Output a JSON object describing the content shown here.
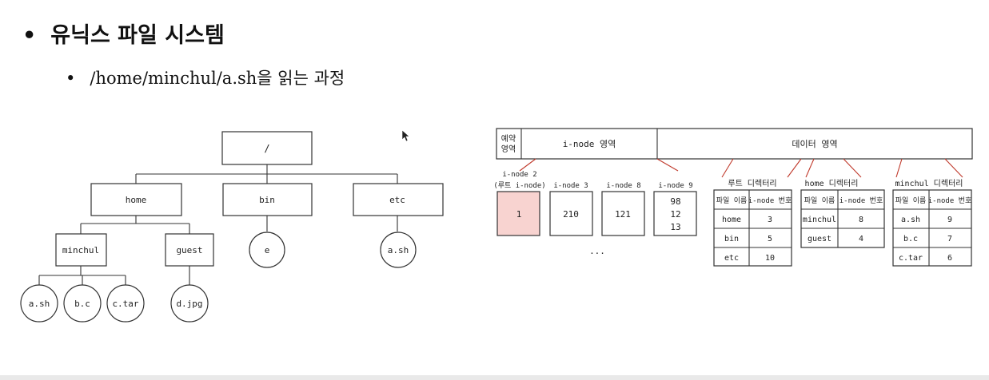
{
  "slide": {
    "title": "유닉스 파일 시스템",
    "subtitle": "/home/minchul/a.sh을 읽는 과정",
    "bullet_main": "•",
    "bullet_sub": "•"
  },
  "tree": {
    "root": "/",
    "level1": [
      "home",
      "bin",
      "etc"
    ],
    "home_children": [
      "minchul",
      "guest"
    ],
    "minchul_files": [
      "a.sh",
      "b.c",
      "c.tar"
    ],
    "guest_files": [
      "d.jpg"
    ],
    "bin_files": [
      "e"
    ],
    "etc_files": [
      "a.sh"
    ]
  },
  "disk": {
    "reserved_label_1": "예약",
    "reserved_label_2": "영역",
    "inode_area": "i-node 영역",
    "data_area": "데이터 영역",
    "ellipsis": "...",
    "inodes": [
      {
        "label_1": "i-node 2",
        "label_2": "(루트 i-node)",
        "contents": [
          "1"
        ],
        "highlight": "#f8d3d0"
      },
      {
        "label_1": "i-node 3",
        "contents": [
          "210"
        ]
      },
      {
        "label_1": "i-node 8",
        "contents": [
          "121"
        ]
      },
      {
        "label_1": "i-node 9",
        "contents": [
          "98",
          "12",
          "13"
        ]
      }
    ],
    "directories": [
      {
        "title": "루트 디렉터리",
        "headers": [
          "파일 이름",
          "i-node 번호"
        ],
        "rows": [
          [
            "home",
            "3"
          ],
          [
            "bin",
            "5"
          ],
          [
            "etc",
            "10"
          ]
        ]
      },
      {
        "title": "home 디렉터리",
        "headers": [
          "파일 이름",
          "i-node 번호"
        ],
        "rows": [
          [
            "minchul",
            "8"
          ],
          [
            "guest",
            "4"
          ]
        ]
      },
      {
        "title": "minchul 디렉터리",
        "headers": [
          "파일 이름",
          "i-node 번호"
        ],
        "rows": [
          [
            "a.sh",
            "9"
          ],
          [
            "b.c",
            "7"
          ],
          [
            "c.tar",
            "6"
          ]
        ]
      }
    ]
  },
  "colors": {
    "pointer_line": "#c0392b",
    "root_inode_fill": "#f8d3d0"
  }
}
